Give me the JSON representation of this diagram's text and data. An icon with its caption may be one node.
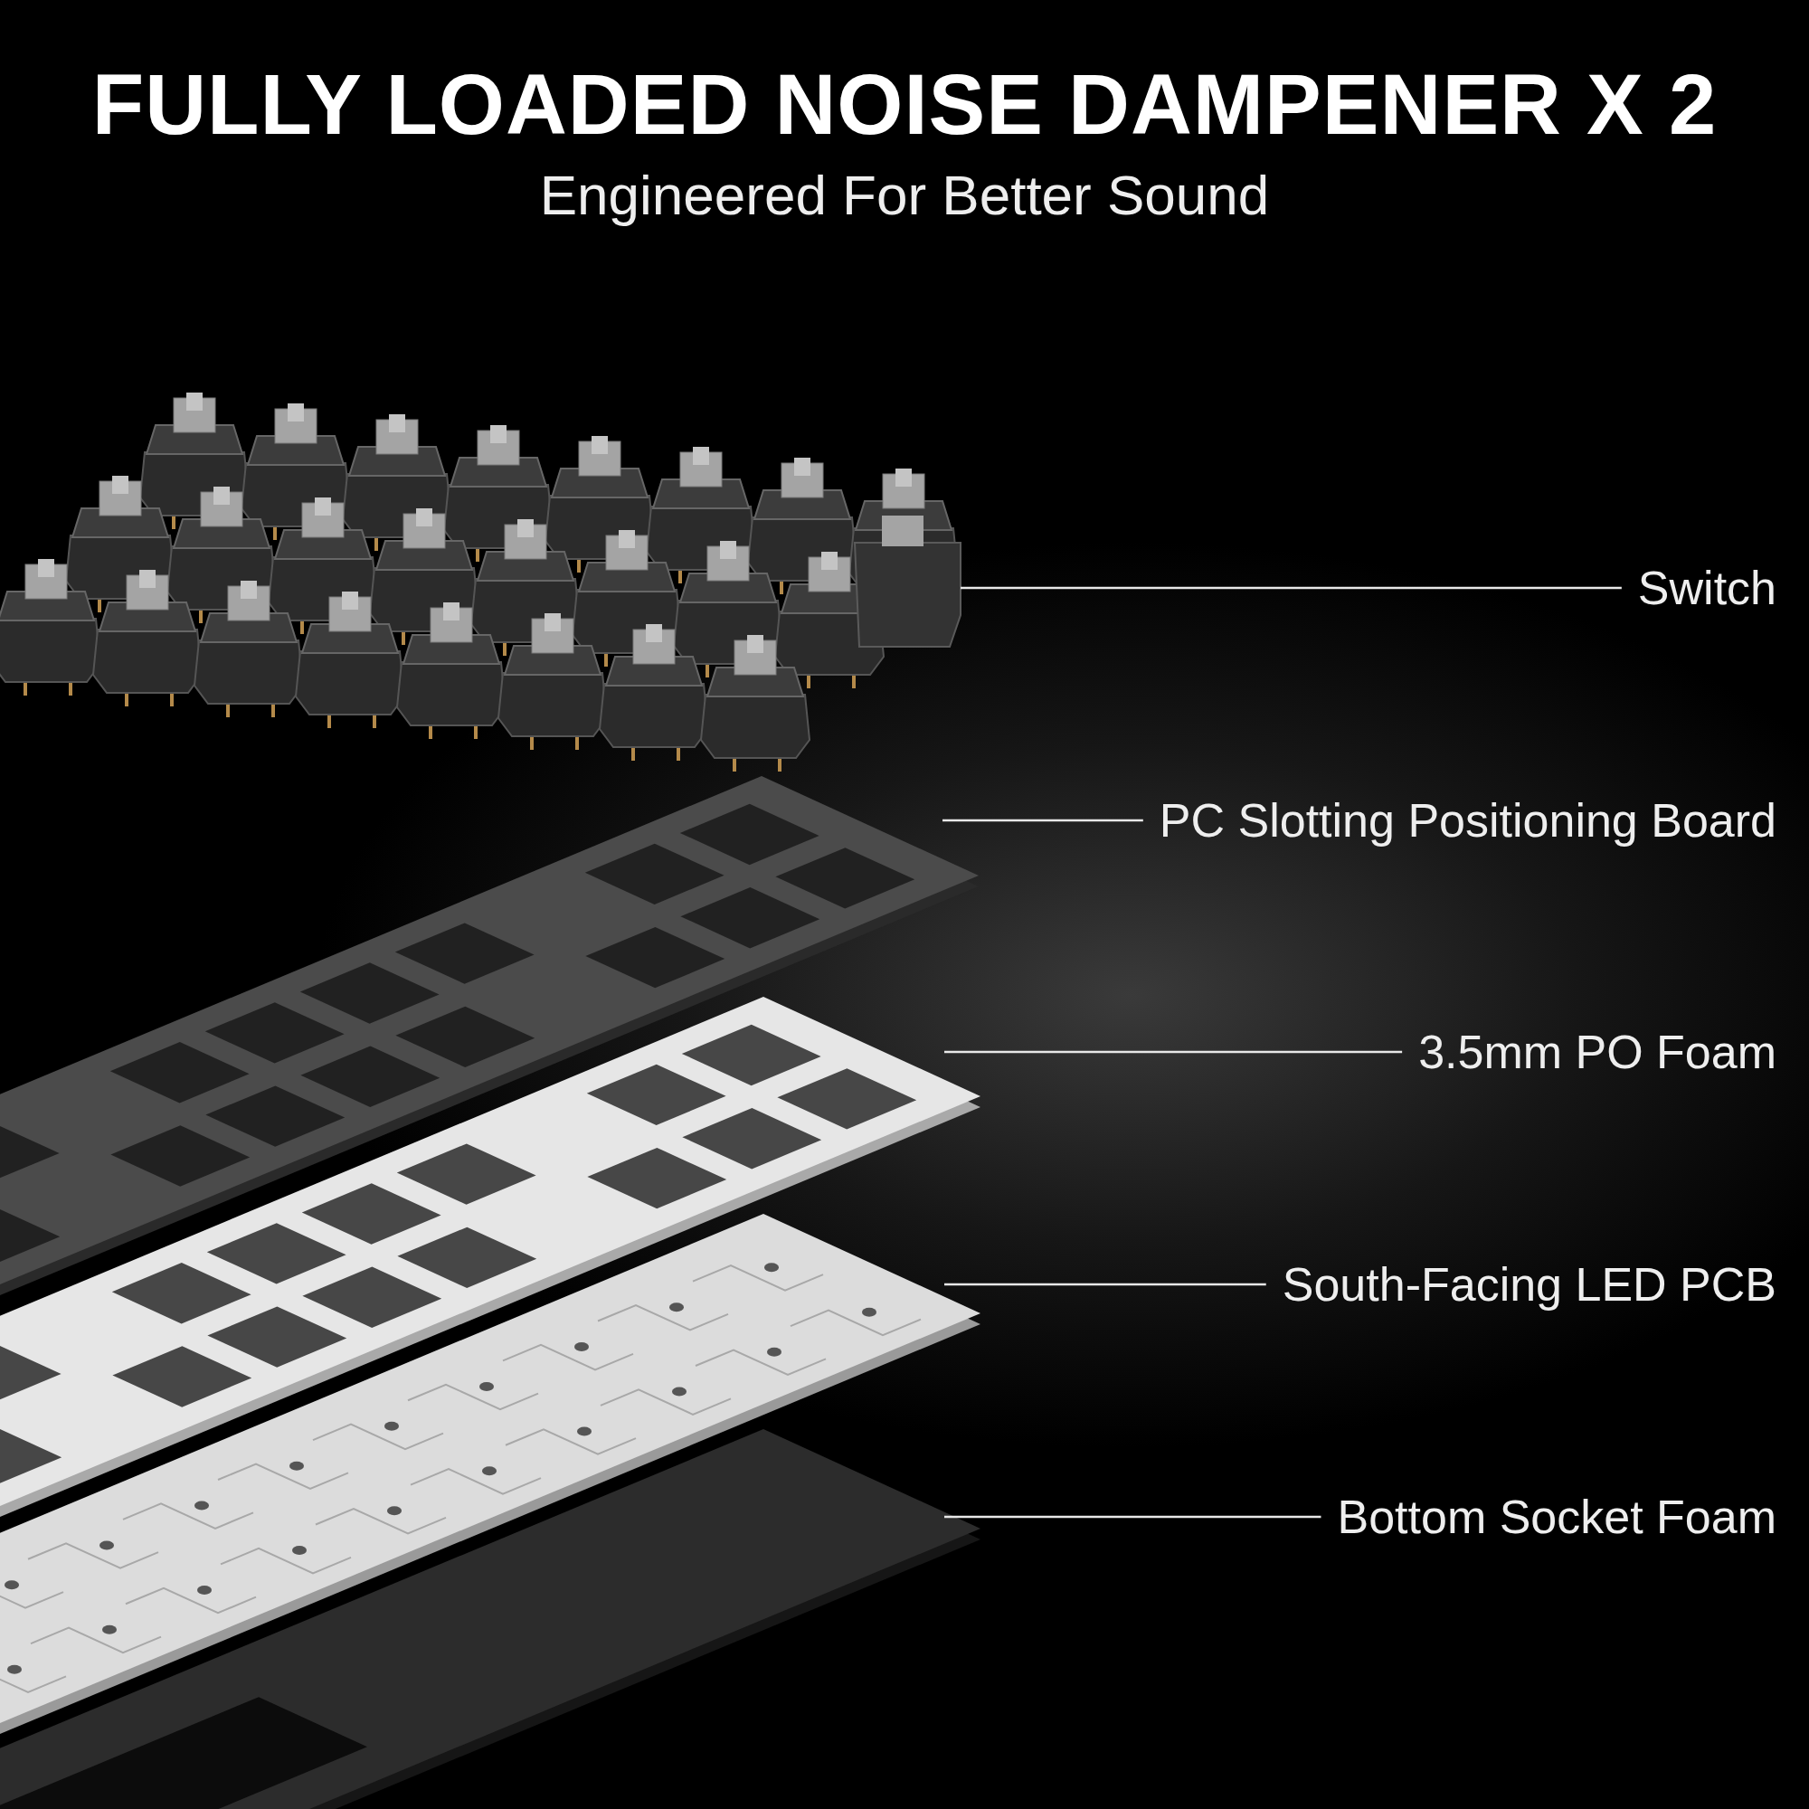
{
  "diagram": {
    "title": "FULLY LOADED NOISE DAMPENER X 2",
    "nodes": [
      {
        "text": [
          "Switch"
        ]
      },
      {
        "text": [
          "PC Slotting Positioning Board"
        ]
      },
      {
        "text": [
          "3.5mm PO Foam"
        ]
      },
      {
        "text": [
          "South-Facing LED PCB"
        ]
      },
      {
        "text": [
          "Bottom Socket Foam"
        ]
      },
      {
        "text": [],
        "shape": "picture"
      },
      {
        "text": [],
        "shape": "picture"
      },
      {
        "text": [],
        "shape": "picture"
      },
      {
        "text": [],
        "shape": "picture"
      },
      {
        "text": [],
        "shape": "picture"
      }
    ],
    "edges": [
      {
        "from": 0,
        "to": 5,
        "arrow": "none"
      },
      {
        "from": 1,
        "to": 6,
        "arrow": "none"
      },
      {
        "from": 2,
        "to": 7,
        "arrow": "none"
      },
      {
        "from": 3,
        "to": 8,
        "arrow": "none"
      },
      {
        "from": 4,
        "to": 9,
        "arrow": "none"
      }
    ],
    "labels": [
      "Engineered For Better Sound"
    ]
  }
}
